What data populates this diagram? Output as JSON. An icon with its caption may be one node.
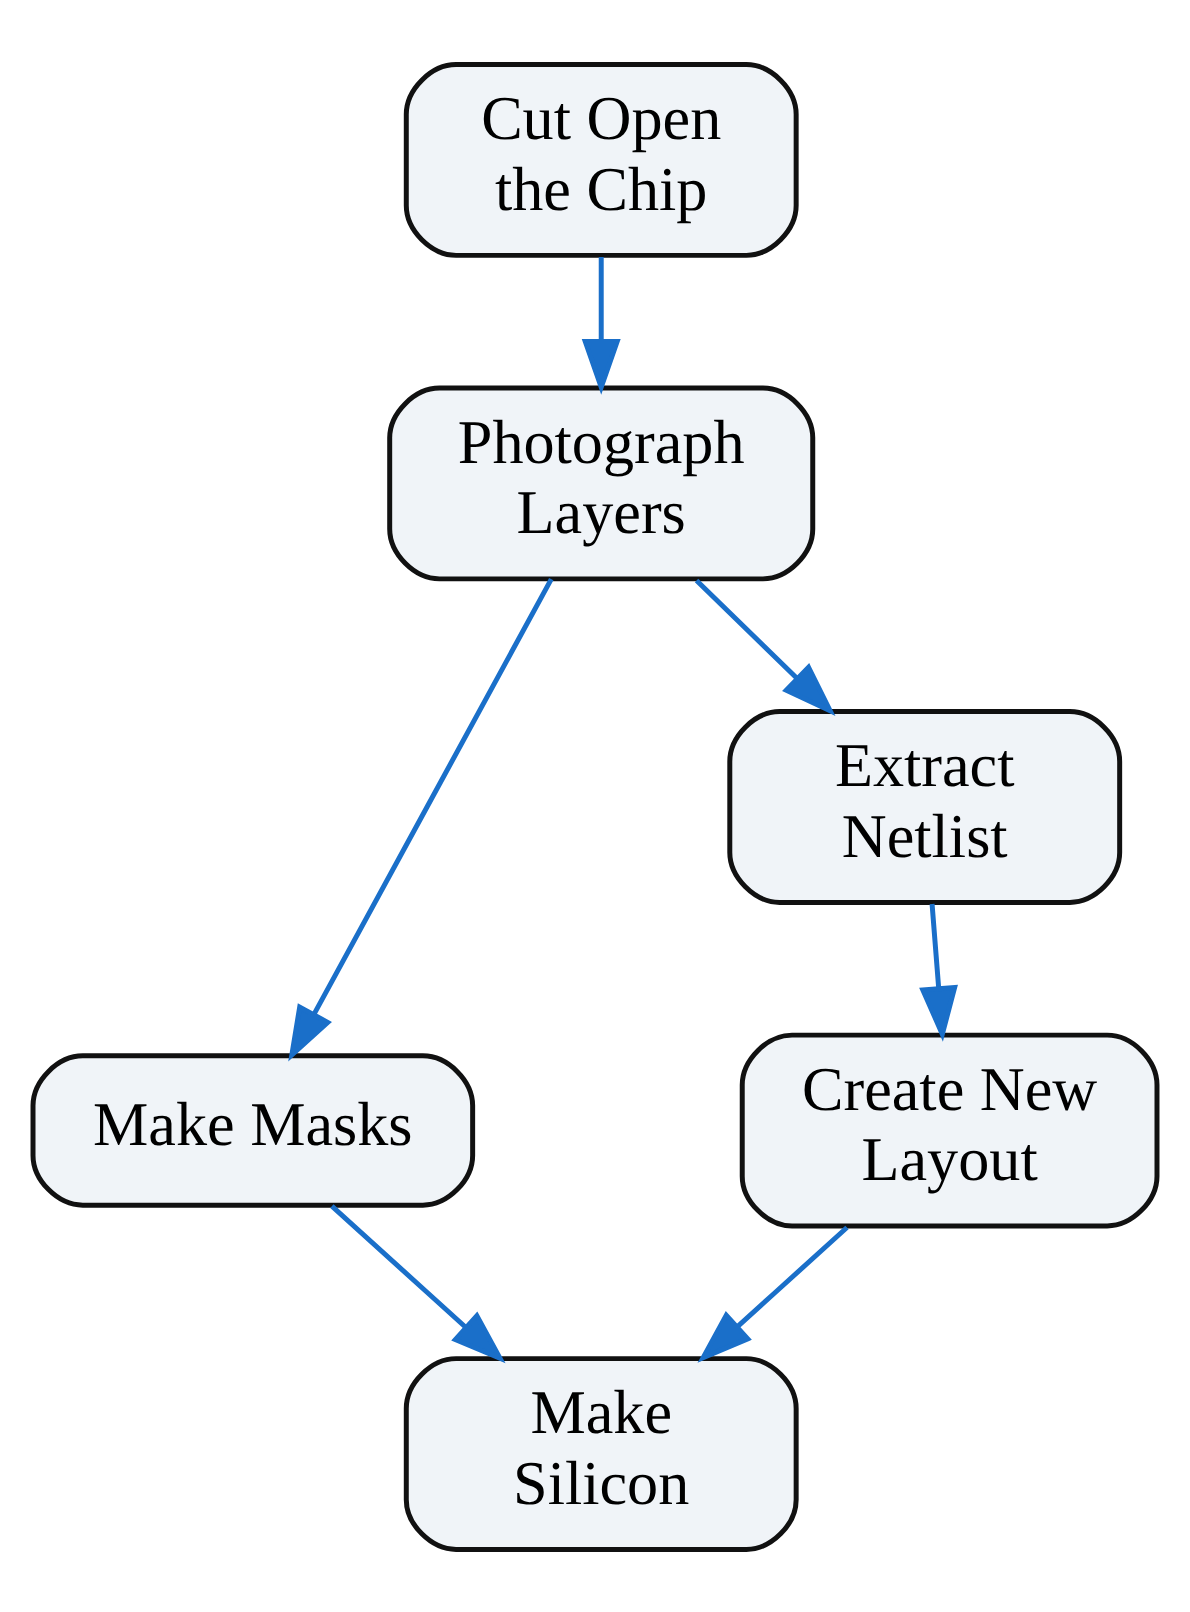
{
  "diagram": {
    "nodes": [
      {
        "text": [
          "Cut Open the Chip"
        ]
      },
      {
        "text": [
          "Photograph Layers"
        ]
      },
      {
        "text": [
          "Make Masks"
        ]
      },
      {
        "text": [
          "Extract Netlist"
        ]
      },
      {
        "text": [
          "Create New Layout"
        ]
      },
      {
        "text": [
          "Make Silicon"
        ]
      }
    ],
    "edges": [
      {
        "from": 0,
        "to": 1,
        "arrow": "to"
      },
      {
        "from": 1,
        "to": 2,
        "arrow": "to"
      },
      {
        "from": 1,
        "to": 3,
        "arrow": "to"
      },
      {
        "from": 3,
        "to": 4,
        "arrow": "to"
      },
      {
        "from": 2,
        "to": 5,
        "arrow": "to"
      },
      {
        "from": 4,
        "to": 5,
        "arrow": "to"
      }
    ]
  }
}
